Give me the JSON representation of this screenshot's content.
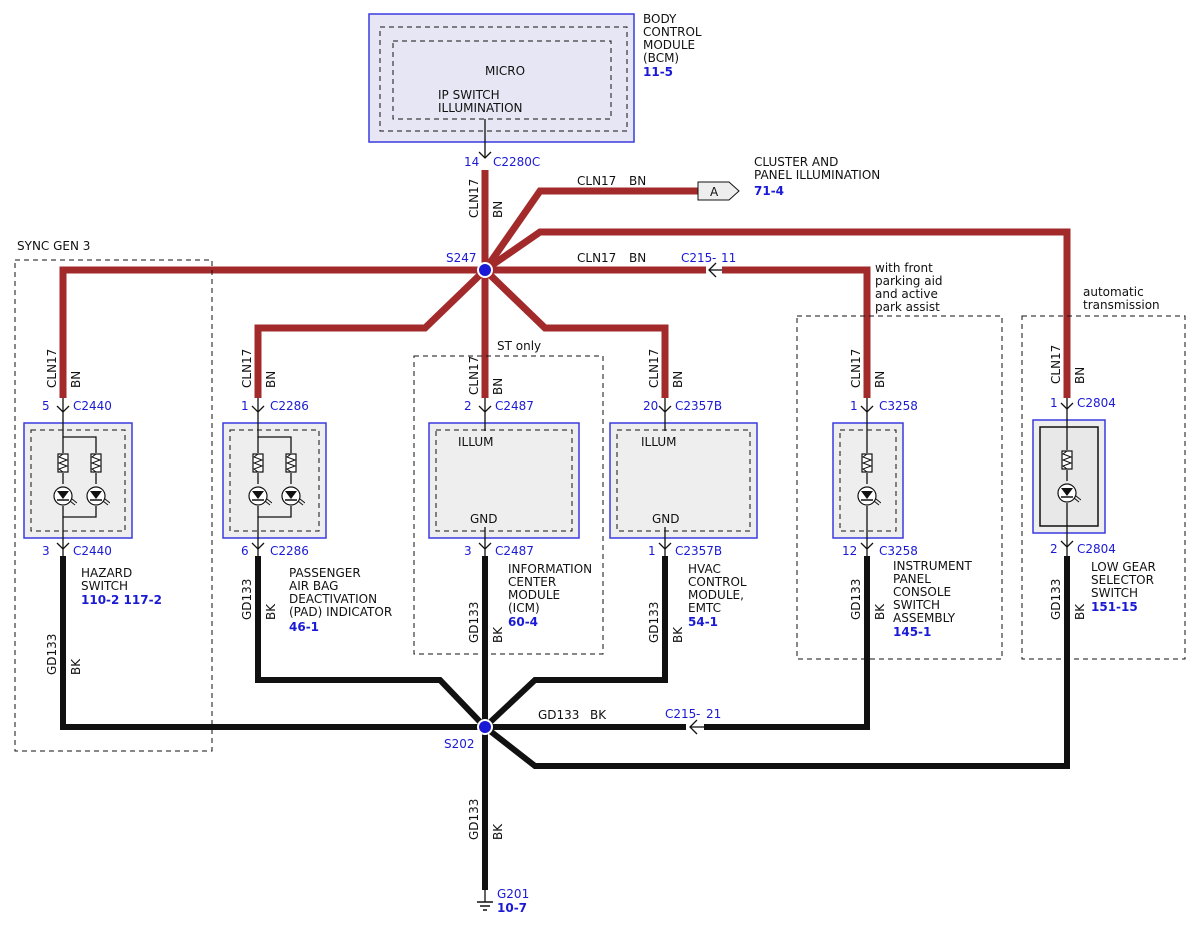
{
  "bcm": {
    "title_lines": [
      "BODY",
      "CONTROL",
      "MODULE",
      "(BCM)"
    ],
    "ref": "11-5",
    "inner": "MICRO",
    "func_lines": [
      "IP SWITCH",
      "ILLUMINATION"
    ],
    "pin": "14",
    "connector": "C2280C"
  },
  "wires": {
    "cln17": "CLN17",
    "bn": "BN",
    "gd133": "GD133",
    "bk": "BK"
  },
  "splices": {
    "top": "S247",
    "bottom": "S202"
  },
  "cluster": {
    "flag": "A",
    "lines": [
      "CLUSTER AND",
      "PANEL ILLUMINATION"
    ],
    "ref": "71-4"
  },
  "inline_connectors": {
    "top": "C215",
    "top_pin": "11",
    "bottom": "C215",
    "bottom_pin": "21"
  },
  "groups": {
    "sync": "SYNC GEN 3",
    "st_only": "ST only",
    "park_lines": [
      "with front",
      "parking aid",
      "and active",
      "park assist"
    ],
    "auto_lines": [
      "automatic",
      "transmission"
    ]
  },
  "components": {
    "hazard": {
      "top_pin": "5",
      "top_conn": "C2440",
      "bot_pin": "3",
      "bot_conn": "C2440",
      "lines": [
        "HAZARD",
        "SWITCH"
      ],
      "refs": "110-2 117-2"
    },
    "pad": {
      "top_pin": "1",
      "top_conn": "C2286",
      "bot_pin": "6",
      "bot_conn": "C2286",
      "lines": [
        "PASSENGER",
        "AIR BAG",
        "DEACTIVATION",
        "(PAD) INDICATOR"
      ],
      "refs": "46-1"
    },
    "icm": {
      "top_pin": "2",
      "top_conn": "C2487",
      "bot_pin": "3",
      "bot_conn": "C2487",
      "illum": "ILLUM",
      "gnd": "GND",
      "lines": [
        "INFORMATION",
        "CENTER",
        "MODULE",
        "(ICM)"
      ],
      "refs": "60-4"
    },
    "hvac": {
      "top_pin": "20",
      "top_conn": "C2357B",
      "bot_pin": "1",
      "bot_conn": "C2357B",
      "illum": "ILLUM",
      "gnd": "GND",
      "lines": [
        "HVAC",
        "CONTROL",
        "MODULE,",
        "EMTC"
      ],
      "refs": "54-1"
    },
    "ipcs": {
      "top_pin": "1",
      "top_conn": "C3258",
      "bot_pin": "12",
      "bot_conn": "C3258",
      "lines": [
        "INSTRUMENT",
        "PANEL",
        "CONSOLE",
        "SWITCH",
        "ASSEMBLY"
      ],
      "refs": "145-1"
    },
    "lowgear": {
      "top_pin": "1",
      "top_conn": "C2804",
      "bot_pin": "2",
      "bot_conn": "C2804",
      "lines": [
        "LOW GEAR",
        "SELECTOR",
        "SWITCH"
      ],
      "refs": "151-15"
    }
  },
  "ground": {
    "name": "G201",
    "ref": "10-7"
  },
  "colors": {
    "power_wire": "#a32a2a",
    "ground_wire": "#111111",
    "link_blue": "#1a1ad6",
    "module_outline": "#3a3ae0"
  }
}
